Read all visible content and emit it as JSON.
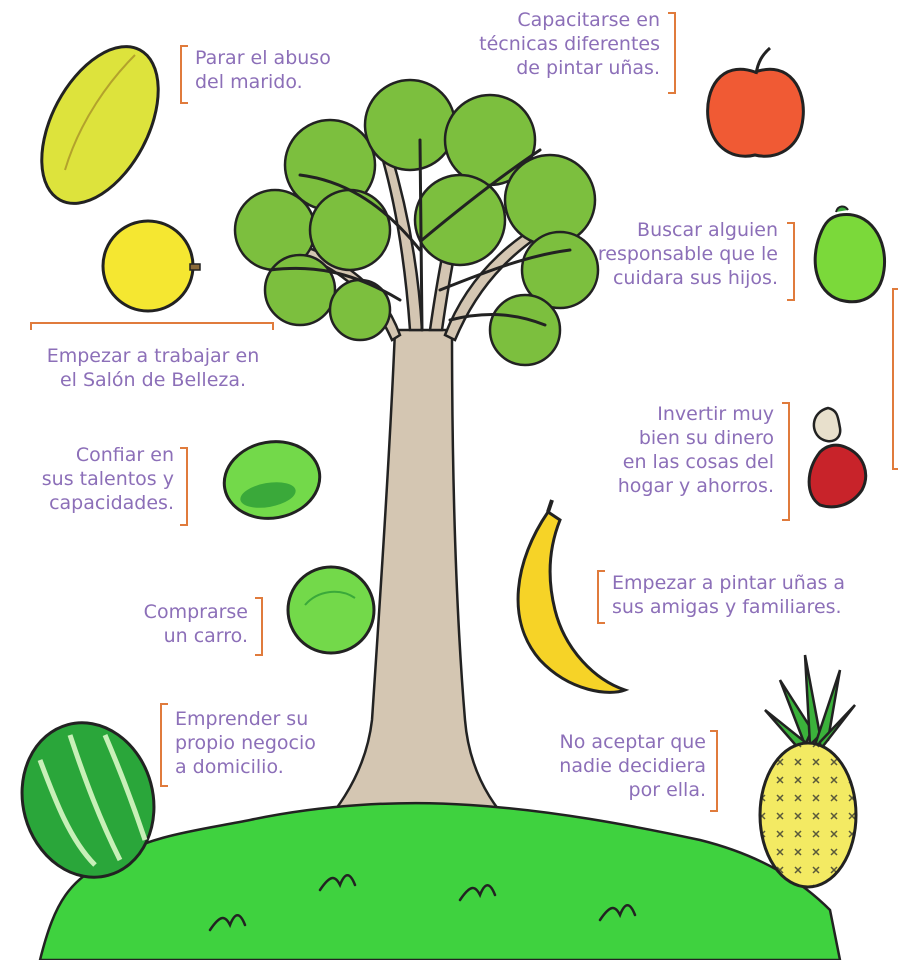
{
  "labels": {
    "abuso": [
      "Parar el abuso",
      "del marido."
    ],
    "capacitarse": [
      "Capacitarse en",
      "técnicas diferentes",
      "de pintar uñas."
    ],
    "buscar": [
      "Buscar alguien",
      "responsable que le",
      "cuidara sus hijos."
    ],
    "salon": [
      "Empezar a trabajar en",
      "el Salón de Belleza."
    ],
    "invertir": [
      "Invertir muy",
      "bien su dinero",
      "en las cosas del",
      "hogar y ahorros."
    ],
    "confiar": [
      "Confiar en",
      "sus talentos y",
      "capacidades."
    ],
    "pintar": [
      "Empezar a pintar uñas a",
      "sus amigas y familiares."
    ],
    "carro": [
      "Comprarse",
      "un carro."
    ],
    "emprender": [
      "Emprender su",
      "propio negocio",
      "a domicilio."
    ],
    "aceptar": [
      "No aceptar que",
      "nadie decidiera",
      "por ella."
    ]
  },
  "colors": {
    "label_text": "#8c6fb8",
    "bracket": "#e07b3c",
    "tree_canopy": "#7cbf3e",
    "tree_trunk": "#d4c6b2",
    "grass": "#3fd23f"
  },
  "icons": [
    "papaya-icon",
    "lemon-icon",
    "lime-icon",
    "guava-icon",
    "watermelon-icon",
    "apple-icon",
    "mango-icon",
    "cashew-fruit-icon",
    "banana-icon",
    "pineapple-icon",
    "tree-icon",
    "grass-icon"
  ]
}
